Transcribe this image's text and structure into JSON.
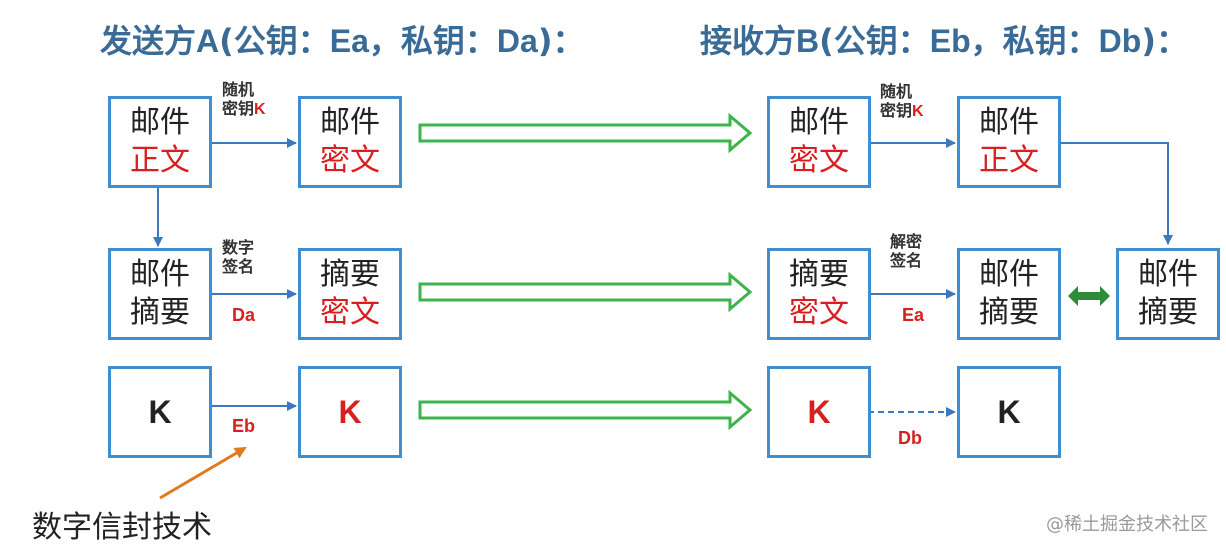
{
  "sender": {
    "title_prefix": "发送方",
    "title_letter": "A",
    "title_rest": "(公钥：",
    "title_pub": "Ea",
    "title_mid": "，私钥：",
    "title_priv": "Da",
    "title_end": ")："
  },
  "receiver": {
    "title_prefix": "接收方",
    "title_letter": "B",
    "title_rest": "(公钥：",
    "title_pub": "Eb",
    "title_mid": "，私钥：",
    "title_priv": "Db",
    "title_end": ")："
  },
  "boxes": {
    "a_mail_plain": {
      "line1": "邮件",
      "line2": "正文"
    },
    "a_mail_cipher": {
      "line1": "邮件",
      "line2": "密文"
    },
    "a_digest": {
      "line1": "邮件",
      "line2": "摘要"
    },
    "a_digest_cipher": {
      "line1": "摘要",
      "line2": "密文"
    },
    "a_key": {
      "text": "K"
    },
    "a_key_enc": {
      "text": "K"
    },
    "b_mail_cipher": {
      "line1": "邮件",
      "line2": "密文"
    },
    "b_mail_plain": {
      "line1": "邮件",
      "line2": "正文"
    },
    "b_digest_cipher": {
      "line1": "摘要",
      "line2": "密文"
    },
    "b_digest_dec": {
      "line1": "邮件",
      "line2": "摘要"
    },
    "b_digest_calc": {
      "line1": "邮件",
      "line2": "摘要"
    },
    "b_key_enc": {
      "text": "K"
    },
    "b_key": {
      "text": "K"
    }
  },
  "labels": {
    "a_random_key": {
      "line1": "随机",
      "line2": "密钥",
      "key": "K"
    },
    "b_random_key": {
      "line1": "随机",
      "line2": "密钥",
      "key": "K"
    },
    "a_sign": {
      "line1": "数字",
      "line2": "签名",
      "key": "Da"
    },
    "b_verify": {
      "line1": "解密",
      "line2": "签名",
      "key": "Ea"
    },
    "a_env_key": "Eb",
    "b_env_key": "Db"
  },
  "annotation": "数字信封技术",
  "watermark": "@稀土掘金技术社区",
  "colors": {
    "box_border": "#3f8fd0",
    "arrow": "#3a78c0",
    "transfer_arrow": "#3cb44b",
    "compare_arrow": "#2e8b3a",
    "annotation_arrow": "#e07a1f",
    "highlight": "#d81e1e",
    "title": "#3a6b96"
  }
}
